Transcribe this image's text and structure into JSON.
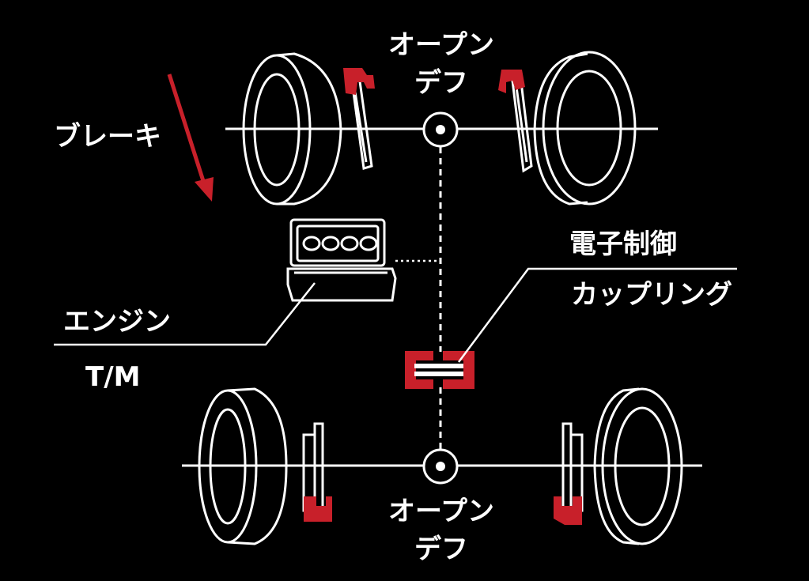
{
  "labels": {
    "front_diff_line1": "オープン",
    "front_diff_line2": "デフ",
    "rear_diff_line1": "オープン",
    "rear_diff_line2": "デフ",
    "brake": "ブレーキ",
    "engine": "エンジン",
    "transmission": "T/M",
    "coupling_line1": "電子制御",
    "coupling_line2": "カップリング"
  },
  "colors": {
    "background": "#000000",
    "line": "#ffffff",
    "accent_red": "#c8202a"
  },
  "icons": [
    "brake-arrow-icon",
    "wheel-icon",
    "brake-disc-icon",
    "brake-caliper-icon",
    "differential-icon",
    "engine-icon",
    "coupling-icon"
  ]
}
